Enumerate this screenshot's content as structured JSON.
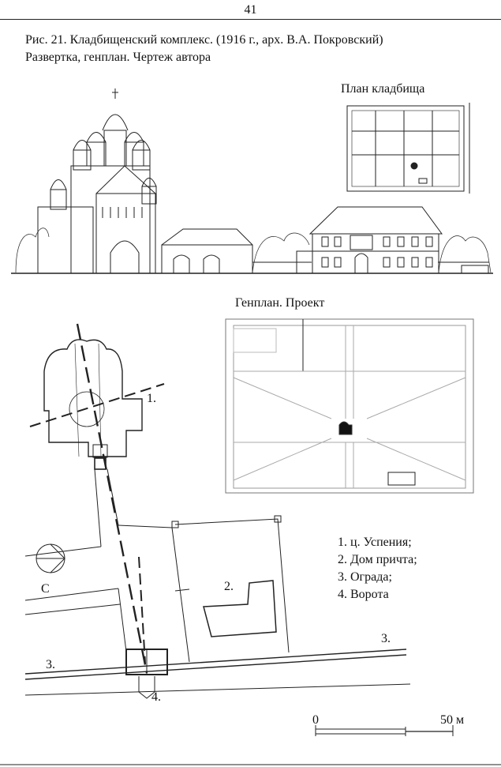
{
  "page_number": "41",
  "caption": {
    "line1": "Рис. 21. Кладбищенский комплекс. (1916 г., арх. В.А. Покровский)",
    "line2": "Развертка, генплан. Чертеж автора"
  },
  "plan_cemetery_title": "План кладбища",
  "genplan_title": "Генплан. Проект",
  "north_label": "С",
  "legend": [
    "1. ц. Успения;",
    "2. Дом причта;",
    "3. Ограда;",
    "4. Ворота"
  ],
  "callouts": {
    "church": "1.",
    "house": "2.",
    "fence_right": "3.",
    "fence_left": "3.",
    "gate": "4."
  },
  "scale": {
    "zero": "0",
    "end": "50 м"
  }
}
